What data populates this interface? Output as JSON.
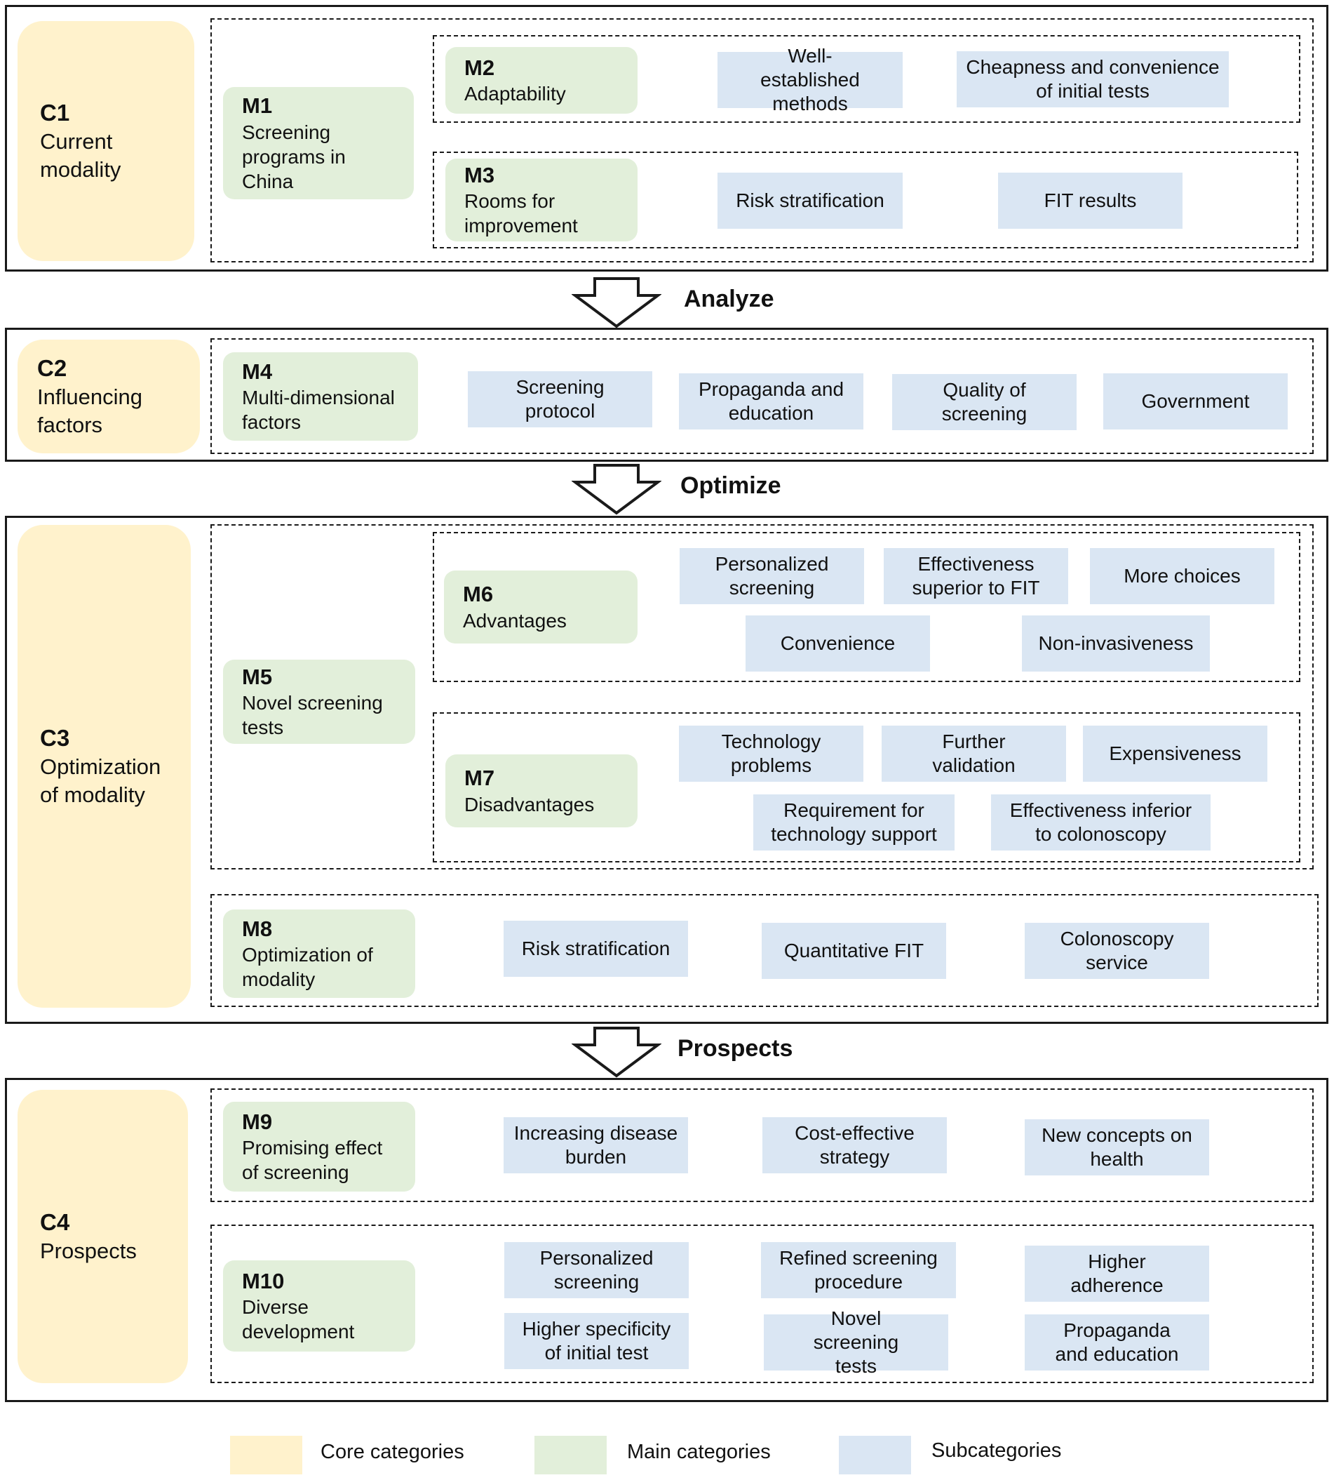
{
  "c1": {
    "core": {
      "code": "C1",
      "label": "Current modality"
    },
    "m1": {
      "code": "M1",
      "label": "Screening programs in China"
    },
    "m2": {
      "code": "M2",
      "label": "Adaptability",
      "subs": [
        "Well-established methods",
        "Cheapness and convenience of initial tests"
      ]
    },
    "m3": {
      "code": "M3",
      "label": "Rooms for improvement",
      "subs": [
        "Risk stratification",
        "FIT results"
      ]
    }
  },
  "arrows": [
    "Analyze",
    "Optimize",
    "Prospects"
  ],
  "c2": {
    "core": {
      "code": "C2",
      "label": "Influencing factors"
    },
    "m4": {
      "code": "M4",
      "label": "Multi-dimensional factors",
      "subs": [
        "Screening protocol",
        "Propaganda and education",
        "Quality of screening",
        "Government"
      ]
    }
  },
  "c3": {
    "core": {
      "code": "C3",
      "label": "Optimization of modality"
    },
    "m5": {
      "code": "M5",
      "label": "Novel screening tests"
    },
    "m6": {
      "code": "M6",
      "label": "Advantages",
      "subs": [
        "Personalized screening",
        "Effectiveness superior to FIT",
        "More choices",
        "Convenience",
        "Non-invasiveness"
      ]
    },
    "m7": {
      "code": "M7",
      "label": "Disadvantages",
      "subs": [
        "Technology problems",
        "Further validation",
        "Expensiveness",
        "Requirement for technology support",
        "Effectiveness inferior to colonoscopy"
      ]
    },
    "m8": {
      "code": "M8",
      "label": "Optimization of modality",
      "subs": [
        "Risk stratification",
        "Quantitative FIT",
        "Colonoscopy service"
      ]
    }
  },
  "c4": {
    "core": {
      "code": "C4",
      "label": "Prospects"
    },
    "m9": {
      "code": "M9",
      "label": "Promising effect of screening",
      "subs": [
        "Increasing disease burden",
        "Cost-effective strategy",
        "New concepts on health"
      ]
    },
    "m10": {
      "code": "M10",
      "label": "Diverse development",
      "subs": [
        "Personalized screening",
        "Refined screening procedure",
        "Higher adherence",
        "Higher specificity of initial test",
        "Novel screening tests",
        "Propaganda and education"
      ]
    }
  },
  "legend": {
    "core": "Core categories",
    "main": "Main categories",
    "sub": "Subcategories"
  },
  "colors": {
    "core": "#fff2cc",
    "main": "#e2efda",
    "sub": "#dae6f3",
    "border": "#1a1a1a"
  }
}
